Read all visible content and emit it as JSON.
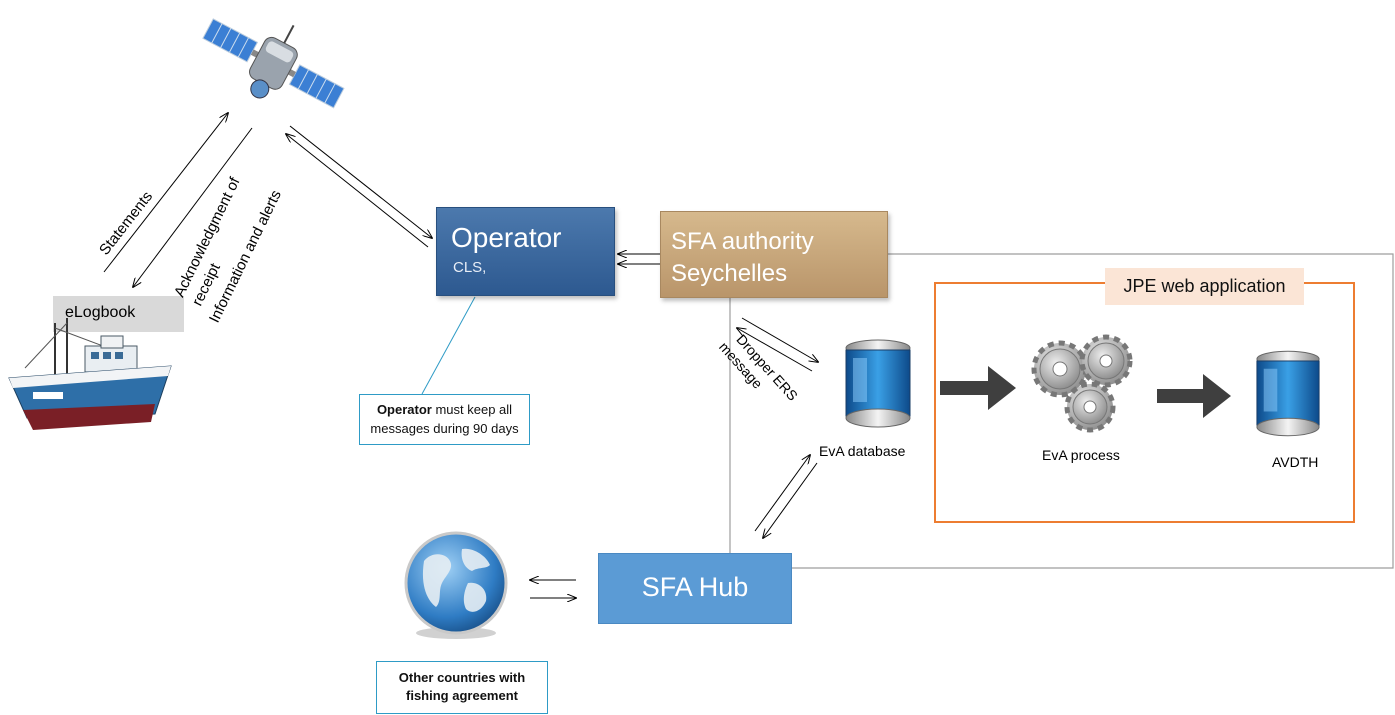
{
  "operator": {
    "title": "Operator",
    "subtitle": "CLS,"
  },
  "sfa_authority": {
    "line1": "SFA authority",
    "line2": "Seychelles"
  },
  "sfa_hub": {
    "label": "SFA Hub"
  },
  "elogbook": {
    "label": "eLogbook"
  },
  "jpe": {
    "label": "JPE web application"
  },
  "eva_database": {
    "label": "EvA database"
  },
  "eva_process": {
    "label": "EvA process"
  },
  "avdth": {
    "label": "AVDTH"
  },
  "arrows": {
    "statements": "Statements",
    "ack_line1": "Acknowledgment of",
    "ack_line2": "receipt",
    "info_alerts": "Information and alerts",
    "dropper_line1": "Dropper ERS",
    "dropper_line2": "message"
  },
  "notes": {
    "operator_bold": "Operator",
    "operator_rest": " must keep all",
    "operator_line2": "messages during 90 days",
    "other_line1": "Other countries with",
    "other_line2": "fishing agreement"
  },
  "colors": {
    "operator": "#2d5990",
    "sfa_authority": "#c4a67a",
    "sfa_hub": "#5b9bd5",
    "jpe_frame": "#ed7d31",
    "jpe_label_bg": "#fbe5d6",
    "note_border": "#2e9bc6"
  },
  "icons": [
    "satellite-icon",
    "fishing-boat-icon",
    "globe-icon",
    "database-icon",
    "gears-icon",
    "right-arrow-icon"
  ]
}
